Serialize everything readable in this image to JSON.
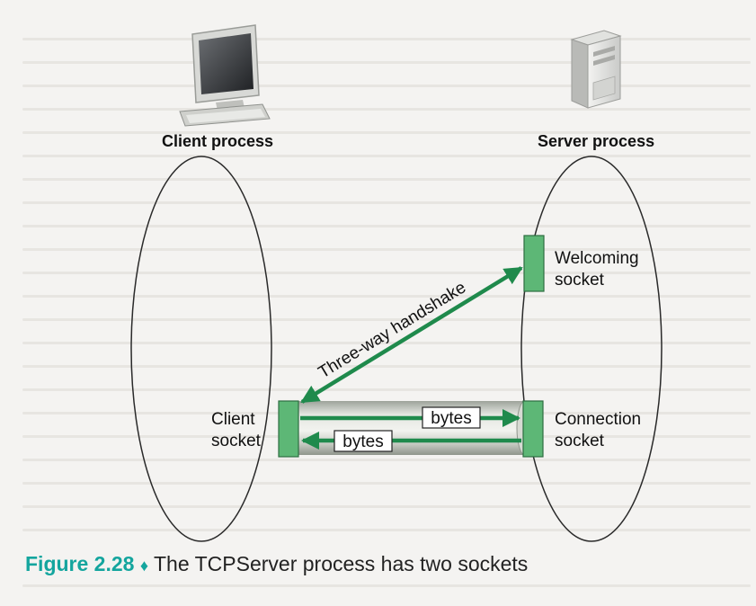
{
  "labels": {
    "client_process": "Client process",
    "server_process": "Server process",
    "welcoming_socket_line1": "Welcoming",
    "welcoming_socket_line2": "socket",
    "client_socket_line1": "Client",
    "client_socket_line2": "socket",
    "connection_socket_line1": "Connection",
    "connection_socket_line2": "socket",
    "handshake": "Three-way handshake",
    "bytes_to_server": "bytes",
    "bytes_to_client": "bytes"
  },
  "caption": {
    "figure_number": "Figure 2.28",
    "separator": "♦",
    "text": "The TCPServer process has two sockets"
  },
  "colors": {
    "arrow_green": "#1f8a4c",
    "socket_green": "#5db776",
    "caption_teal": "#14a59e",
    "pipe_gray": "#c9ccc5"
  },
  "icons": {
    "client": "desktop-computer-icon",
    "server": "server-tower-icon"
  }
}
